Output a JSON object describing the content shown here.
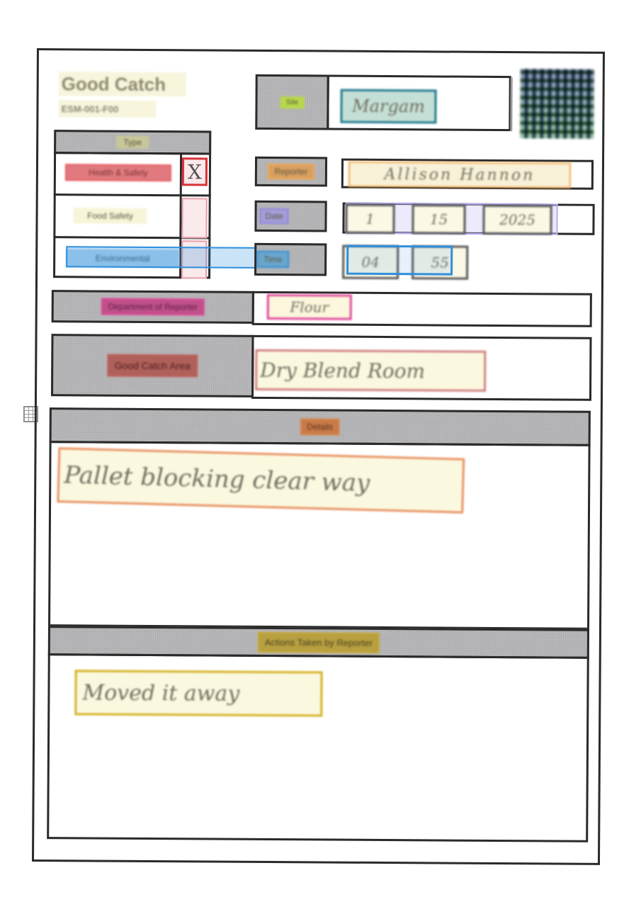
{
  "form": {
    "title": "Good Catch",
    "code": "ESM-001-F00",
    "type_section": {
      "header": "Type",
      "options": [
        {
          "label": "Health & Safety",
          "checked": true,
          "mark": "X",
          "highlight": "#e07a7f"
        },
        {
          "label": "Food Safety",
          "checked": false,
          "mark": "",
          "highlight": "#f7f5d8"
        },
        {
          "label": "Environmental",
          "checked": false,
          "mark": "",
          "highlight": "#8dc3ea"
        }
      ]
    },
    "fields": {
      "site": {
        "label": "Site",
        "value": "Margam",
        "label_color": "#b7d84a",
        "value_color": "#1f7a8c"
      },
      "reporter": {
        "label": "Reporter",
        "value": "Allison Hannon",
        "label_color": "#f0a850"
      },
      "date": {
        "label": "Date",
        "day": "1",
        "month": "15",
        "year": "2025",
        "label_color": "#8e86e0"
      },
      "time": {
        "label": "Time",
        "hour": "04",
        "minute": "55",
        "label_color": "#2f8fdc"
      },
      "department": {
        "label": "Department of Reporter",
        "value": "Flour",
        "label_color": "#e0489a"
      },
      "area": {
        "label": "Good Catch Area",
        "value": "Dry Blend Room",
        "label_color": "#c0605a"
      }
    },
    "details": {
      "header": "Details",
      "value": "Pallet blocking clear way",
      "header_color": "#c87a48"
    },
    "actions": {
      "header": "Actions Taken by Reporter",
      "value": "Moved it away",
      "header_color": "#b8a040"
    }
  },
  "icons": {
    "qr_code": "qr-code",
    "table_handle": "table-grid-icon"
  }
}
